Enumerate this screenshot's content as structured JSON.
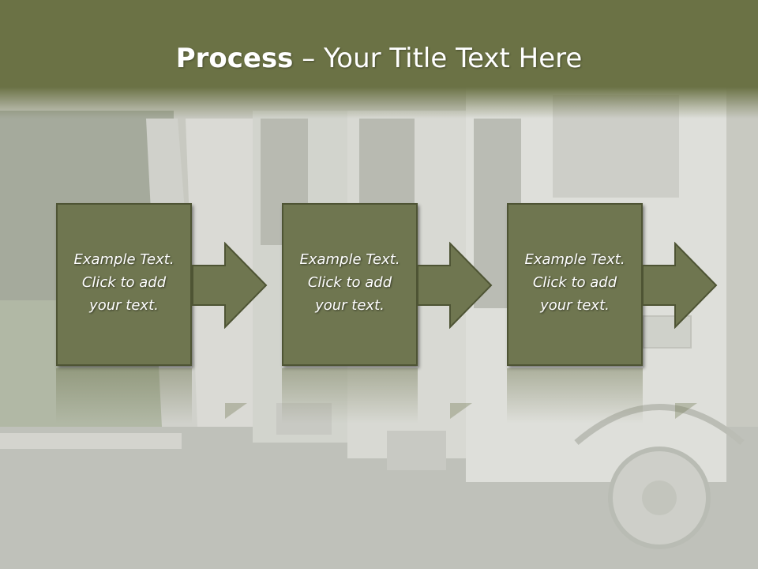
{
  "slide": {
    "title_bold": "Process",
    "title_rest": " – Your Title Text Here"
  },
  "process_steps": [
    {
      "text": "Example Text.\nClick  to add\nyour text."
    },
    {
      "text": "Example Text.\nClick  to add\nyour text."
    },
    {
      "text": "Example Text.\nClick  to add\nyour text."
    }
  ],
  "colors": {
    "title_band": "#6b7245",
    "box_fill": "#6f7650",
    "box_border": "#4e5434",
    "arrow_fill": "#6f7650"
  }
}
